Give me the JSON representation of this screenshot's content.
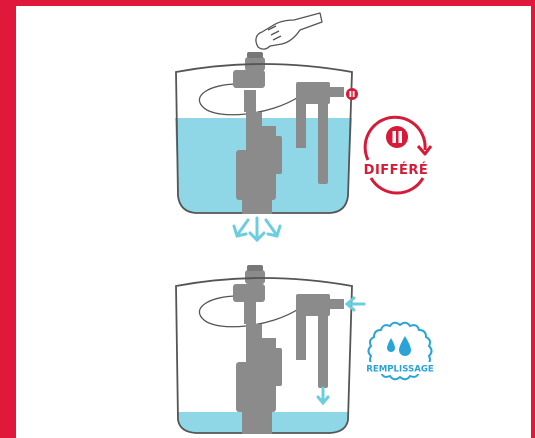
{
  "panels": [
    {
      "id": "top",
      "badge_label": "DIFFÉRÉ",
      "badge_icon": "pause-icon",
      "water": "full"
    },
    {
      "id": "bottom",
      "badge_label": "REMPLISSAGE",
      "badge_icon": "water-drops-icon",
      "water": "low"
    }
  ],
  "colors": {
    "frame": "#e0193a",
    "accent": "#d61a37",
    "water": "#8fd6e6",
    "water_arrow": "#6ccde0",
    "badge_blue": "#2aa3d8",
    "outline": "#555555",
    "mechanism": "#8b8b8b"
  }
}
